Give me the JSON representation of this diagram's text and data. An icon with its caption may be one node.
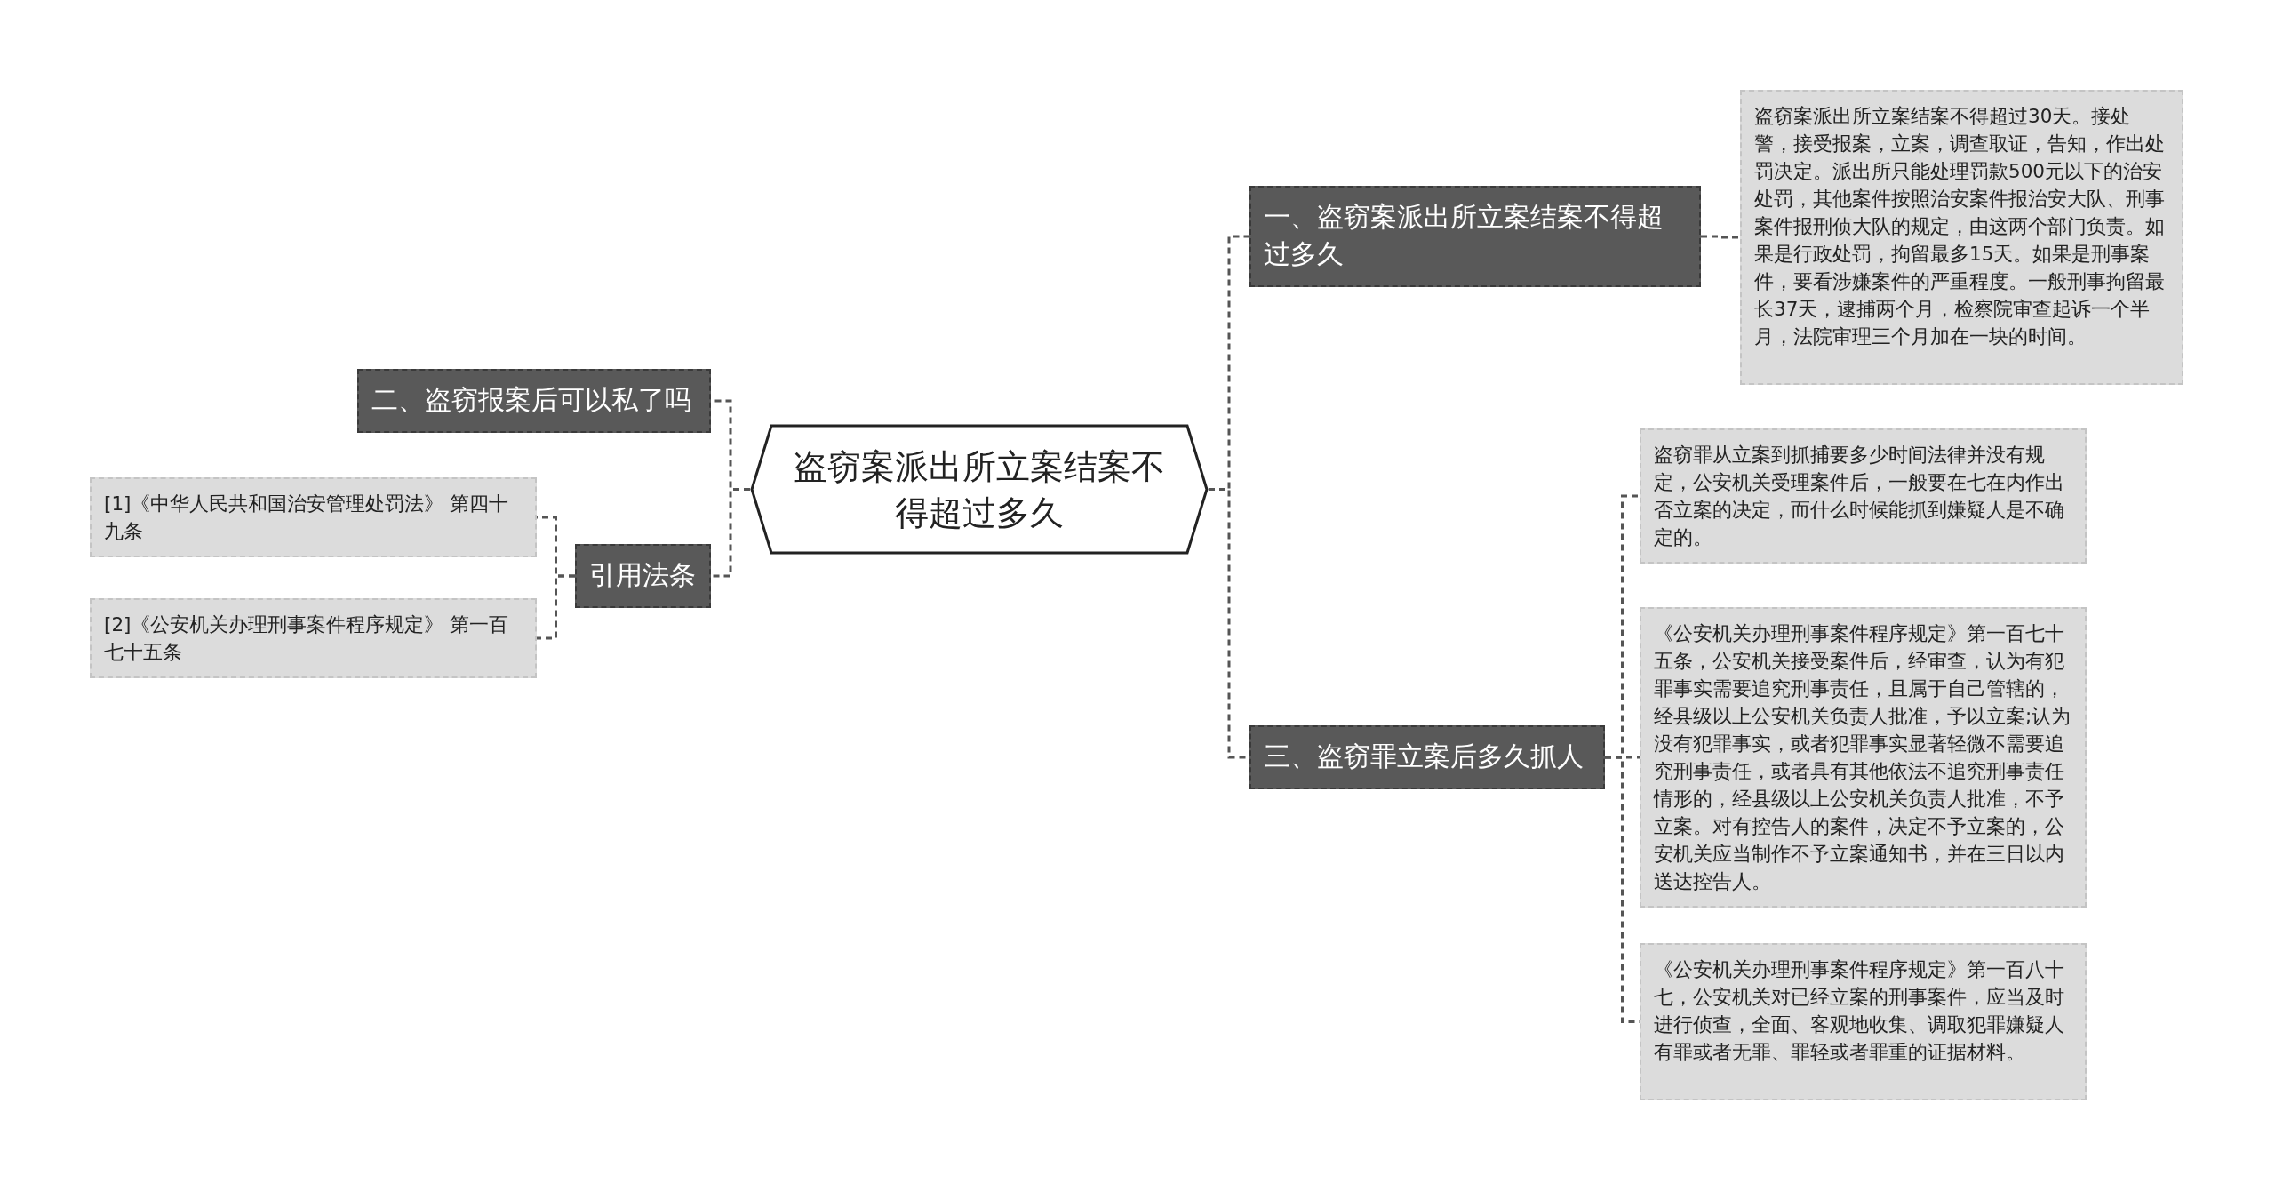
{
  "diagram": {
    "nodes": [
      {
        "text": [
          "盗窃案派出所立案结案不得超过多久"
        ]
      },
      {
        "text": [
          "一、盗窃案派出所立案结案不得超过多久"
        ]
      },
      {
        "text": [
          "盗窃案派出所立案结案不得超过30天。接处警，接受报案，立案，调查取证，告知，作出处罚决定。派出所只能处理罚款500元以下的治安处罚，其他案件按照治安案件报治安大队、刑事案件报刑侦大队的规定，由这两个部门负责。如果是行政处罚，拘留最多15天。如果是刑事案件，要看涉嫌案件的严重程度。一般刑事拘留最长37天，逮捕两个月，检察院审查起诉一个半月，法院审理三个月加在一块的时间。"
        ]
      },
      {
        "text": [
          "二、盗窃报案后可以私了吗"
        ]
      },
      {
        "text": [
          "引用法条"
        ]
      },
      {
        "text": [
          "[1]《中华人民共和国治安管理处罚法》 第四十九条"
        ]
      },
      {
        "text": [
          "[2]《公安机关办理刑事案件程序规定》 第一百七十五条"
        ]
      },
      {
        "text": [
          "三、盗窃罪立案后多久抓人"
        ]
      },
      {
        "text": [
          "盗窃罪从立案到抓捕要多少时间法律并没有规定，公安机关受理案件后，一般要在七在内作出否立案的决定，而什么时候能抓到嫌疑人是不确定的。"
        ]
      },
      {
        "text": [
          "《公安机关办理刑事案件程序规定》第一百七十五条，公安机关接受案件后，经审查，认为有犯罪事实需要追究刑事责任，且属于自己管辖的，经县级以上公安机关负责人批准，予以立案;认为没有犯罪事实，或者犯罪事实显著轻微不需要追究刑事责任，或者具有其他依法不追究刑事责任情形的，经县级以上公安机关负责人批准，不予立案。对有控告人的案件，决定不予立案的，公安机关应当制作不予立案通知书，并在三日以内送达控告人。"
        ]
      },
      {
        "text": [
          "《公安机关办理刑事案件程序规定》第一百八十七，公安机关对已经立案的刑事案件，应当及时进行侦查，全面、客观地收集、调取犯罪嫌疑人有罪或者无罪、罪轻或者罪重的证据材料。"
        ]
      }
    ],
    "edges": [
      {
        "from": 0,
        "to": 1,
        "arrow": "none",
        "style": "dashed"
      },
      {
        "from": 1,
        "to": 2,
        "arrow": "none",
        "style": "dashed"
      },
      {
        "from": 0,
        "to": 3,
        "arrow": "none",
        "style": "dashed"
      },
      {
        "from": 0,
        "to": 4,
        "arrow": "none",
        "style": "dashed"
      },
      {
        "from": 4,
        "to": 5,
        "arrow": "none",
        "style": "dashed"
      },
      {
        "from": 4,
        "to": 6,
        "arrow": "none",
        "style": "dashed"
      },
      {
        "from": 0,
        "to": 7,
        "arrow": "none",
        "style": "dashed"
      },
      {
        "from": 7,
        "to": 8,
        "arrow": "none",
        "style": "dashed"
      },
      {
        "from": 7,
        "to": 9,
        "arrow": "none",
        "style": "dashed"
      },
      {
        "from": 7,
        "to": 10,
        "arrow": "none",
        "style": "dashed"
      }
    ]
  }
}
